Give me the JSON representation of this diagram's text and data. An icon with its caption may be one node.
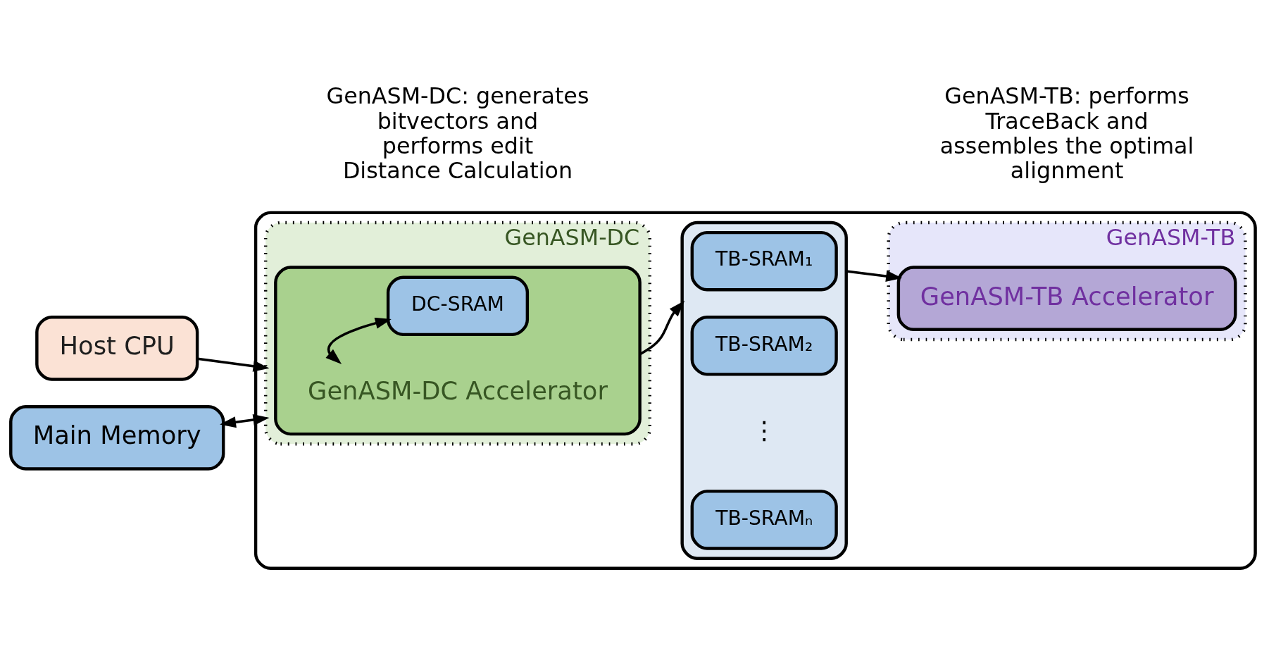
{
  "diagram": {
    "nodes": [
      {
        "text": [
          "Main Memory"
        ]
      },
      {
        "text": [
          "Host CPU"
        ]
      },
      {
        "text": [],
        "shape": "box"
      },
      {
        "text": [
          "GenASM-DC"
        ],
        "in": 2,
        "beside": [
          "GenASM-DC: generates bitvectors and performs edit Distance Calculation"
        ]
      },
      {
        "text": [
          "GenASM-DC Accelerator"
        ],
        "in": 3
      },
      {
        "text": [
          "DC-SRAM"
        ],
        "in": 4
      },
      {
        "text": [
          "GenASM-TB"
        ],
        "in": 2,
        "beside": [
          "GenASM-TB: performs TraceBack and assembles the optimal alignment"
        ]
      },
      {
        "text": [],
        "shape": "box",
        "in": 2
      },
      {
        "text": [
          "TB-SRAM₁"
        ],
        "in": 7
      },
      {
        "text": [
          "TB-SRAM₂"
        ],
        "in": 7
      },
      {
        "text": [
          "TB-SRAMₙ"
        ],
        "in": 7
      },
      {
        "text": [
          "GenASM-TB Accelerator"
        ],
        "in": 6
      }
    ],
    "edges": [
      {
        "from": 0,
        "to": 3,
        "arrow": "both"
      },
      {
        "from": 1,
        "to": 3,
        "arrow": "to"
      },
      {
        "from": 5,
        "to": 4,
        "arrow": "both"
      },
      {
        "from": 4,
        "to": 7,
        "arrow": "to"
      },
      {
        "from": 7,
        "to": 11,
        "arrow": "to"
      }
    ],
    "labels": [
      "⋮"
    ]
  }
}
